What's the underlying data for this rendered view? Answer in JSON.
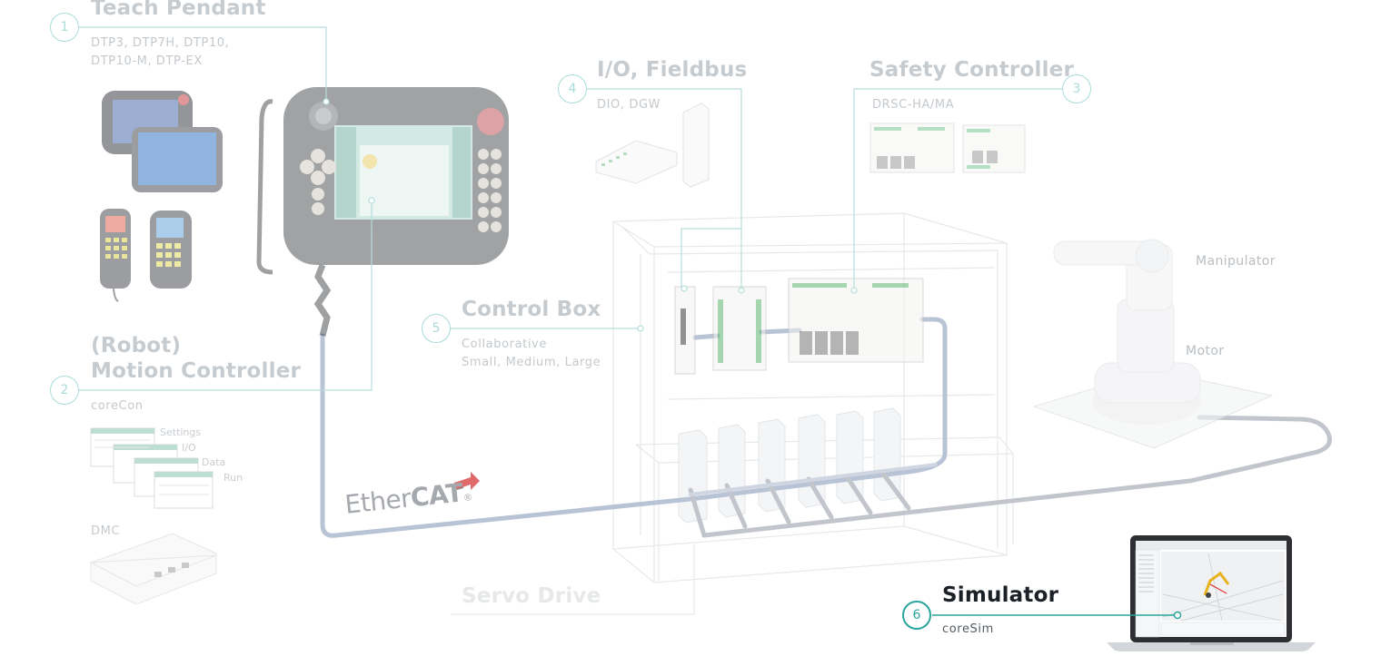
{
  "colors": {
    "accent": "#2aa59c",
    "faded_accent": "#a9dcd8",
    "cable": "#b7c0d3",
    "faded_text": "#c6cbcf"
  },
  "sections": {
    "teach_pendant": {
      "number": "1",
      "title": "Teach Pendant",
      "sub_line1": "DTP3, DTP7H, DTP10,",
      "sub_line2": "DTP10-M, DTP-EX"
    },
    "motion_controller": {
      "number": "2",
      "title_line1": "(Robot)",
      "title_line2": "Motion Controller",
      "sub": "coreCon",
      "screens": [
        "Settings",
        "I/O",
        "Data",
        "Run"
      ],
      "dmc_label": "DMC"
    },
    "safety_controller": {
      "number": "3",
      "title": "Safety Controller",
      "sub": "DRSC-HA/MA"
    },
    "io_fieldbus": {
      "number": "4",
      "title": "I/O, Fieldbus",
      "sub": "DIO, DGW"
    },
    "control_box": {
      "number": "5",
      "title": "Control Box",
      "sub_line1": "Collaborative",
      "sub_line2": "Small, Medium, Large"
    },
    "simulator": {
      "number": "6",
      "title": "Simulator",
      "sub": "coreSim"
    },
    "servo_drive": {
      "title": "Servo Drive"
    }
  },
  "robot": {
    "manipulator": "Manipulator",
    "motor": "Motor"
  },
  "ethercat": {
    "light": "Ether",
    "bold": "CAT",
    "mark": "®"
  }
}
